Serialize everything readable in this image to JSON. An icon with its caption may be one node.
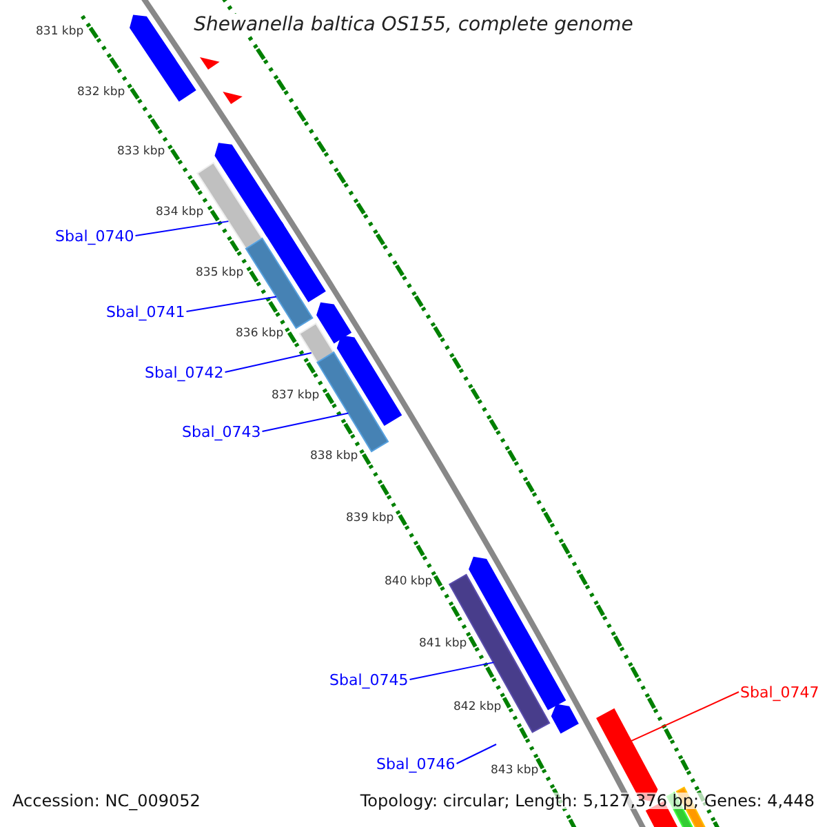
{
  "diagram": {
    "title": "Shewanella baltica OS155, complete genome",
    "nodes": [
      {
        "text": [
          "Sbal_0740"
        ]
      },
      {
        "text": [
          "Sbal_0741"
        ]
      },
      {
        "text": [
          "Sbal_0742"
        ]
      },
      {
        "text": [
          "Sbal_0743"
        ]
      },
      {
        "text": [
          "Sbal_0745"
        ]
      },
      {
        "text": [
          "Sbal_0746"
        ]
      },
      {
        "text": [
          "Sbal_0747"
        ]
      },
      {
        "text": [],
        "shape": "bar"
      },
      {
        "text": [],
        "shape": "bar"
      },
      {
        "text": [],
        "shape": "bar"
      },
      {
        "text": [],
        "shape": "bar"
      },
      {
        "text": [],
        "shape": "bar"
      },
      {
        "text": [],
        "shape": "bar"
      }
    ],
    "edges": [
      {
        "from": 0,
        "to": 7,
        "arrow": "none"
      },
      {
        "from": 1,
        "to": 8,
        "arrow": "none"
      },
      {
        "from": 2,
        "to": 9,
        "arrow": "none"
      },
      {
        "from": 3,
        "to": 10,
        "arrow": "none"
      },
      {
        "from": 4,
        "to": 11,
        "arrow": "none"
      },
      {
        "from": 5,
        "to": null,
        "arrow": "none"
      },
      {
        "from": 6,
        "to": 12,
        "arrow": "none",
        "color": "#ff0000"
      }
    ],
    "labels": [
      "831 kbp",
      "832 kbp",
      "833 kbp",
      "834 kbp",
      "835 kbp",
      "836 kbp",
      "837 kbp",
      "838 kbp",
      "839 kbp",
      "840 kbp",
      "841 kbp",
      "842 kbp",
      "843 kbp",
      "Accession: NC_009052",
      "Topology: circular; Length: 5,127,376 bp; Genes: 4,448"
    ]
  }
}
